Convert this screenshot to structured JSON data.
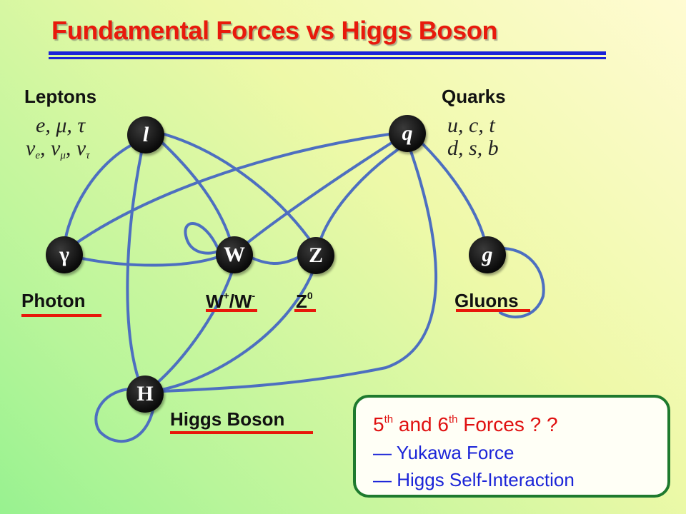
{
  "title": "Fundamental Forces vs Higgs Boson",
  "groups": {
    "leptons": {
      "label": "Leptons",
      "line1": "e, μ, τ",
      "nu1": "ν",
      "nu1_sub": "e",
      "nu2": "ν",
      "nu2_sub": "μ",
      "nu3": "ν",
      "nu3_sub": "τ"
    },
    "quarks": {
      "label": "Quarks",
      "line1": "u, c, t",
      "line2": "d, s, b"
    }
  },
  "nodes": {
    "lepton": "l",
    "quark": "q",
    "photon": "γ",
    "w": "W",
    "z": "Z",
    "gluon": "g",
    "higgs": "H"
  },
  "labels": {
    "photon": "Photon",
    "w_base1": "W",
    "w_sup1": "+",
    "w_base2": "/W",
    "w_sup2": "-",
    "z_base": "Z",
    "z_sup": "0",
    "gluons": "Gluons",
    "higgs": "Higgs Boson"
  },
  "box": {
    "num1": "5",
    "th1": "th",
    "mid": " and 6",
    "th2": "th",
    "rest": " Forces ? ?",
    "item1": "— Yukawa Force",
    "item2": "— Higgs Self-Interaction"
  },
  "colors": {
    "title": "#e81a0c",
    "title_rule": "#1b24d8",
    "edge": "#4d6fc0",
    "node": "#0a0a0a",
    "underline": "#e8170a",
    "box_border": "#1e7a2e",
    "box_title": "#e01010",
    "box_items": "#1b24d8"
  }
}
